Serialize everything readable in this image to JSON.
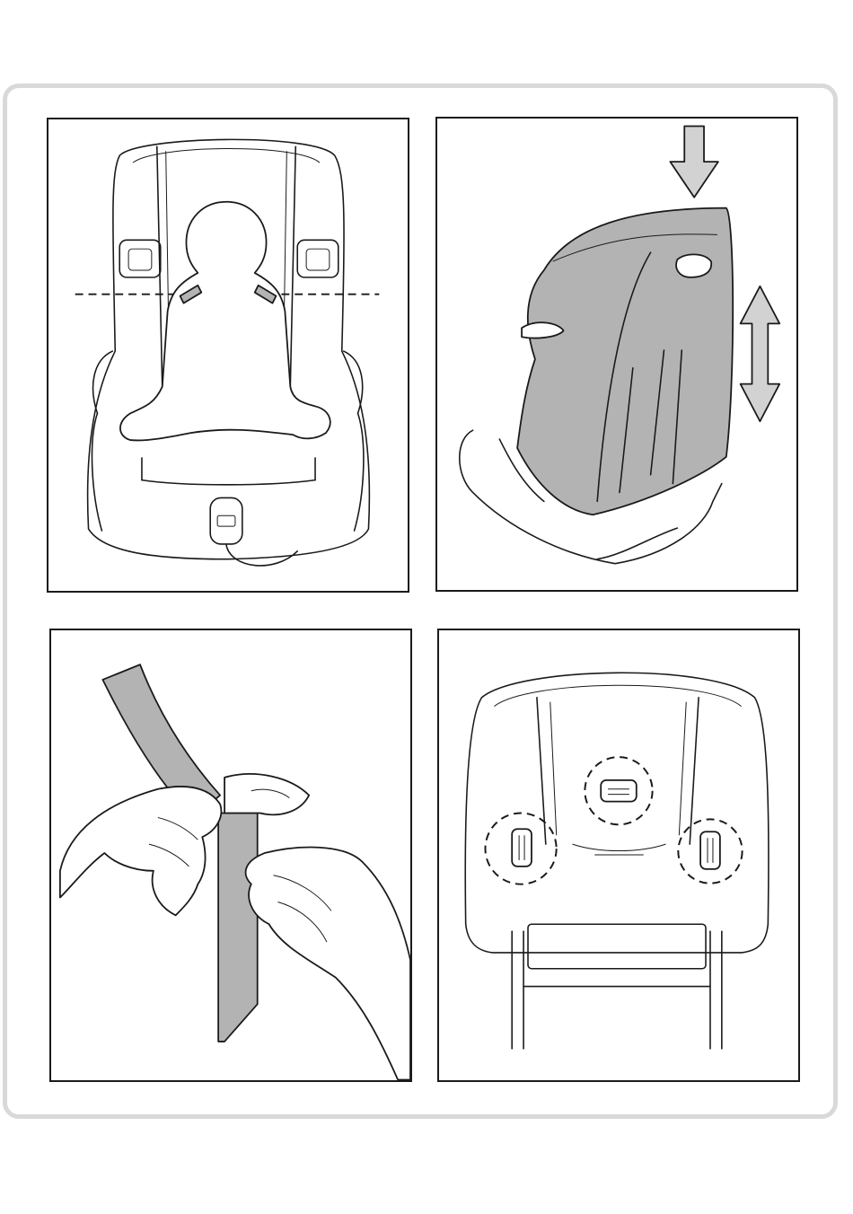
{
  "colors": {
    "frame_border": "#d9d9d9",
    "line_art": "#1a1a1a",
    "shade_fill": "#b3b3b3",
    "arrow_fill": "#d2d2d2",
    "paper": "#ffffff"
  },
  "panels": [
    {
      "id": "harness-height-check",
      "icon": "child-seat-front-icon"
    },
    {
      "id": "headrest-adjust",
      "icon": "child-seat-side-icon"
    },
    {
      "id": "belt-threading",
      "icon": "hands-belt-icon"
    },
    {
      "id": "seat-back-guides",
      "icon": "seat-back-icon"
    }
  ]
}
